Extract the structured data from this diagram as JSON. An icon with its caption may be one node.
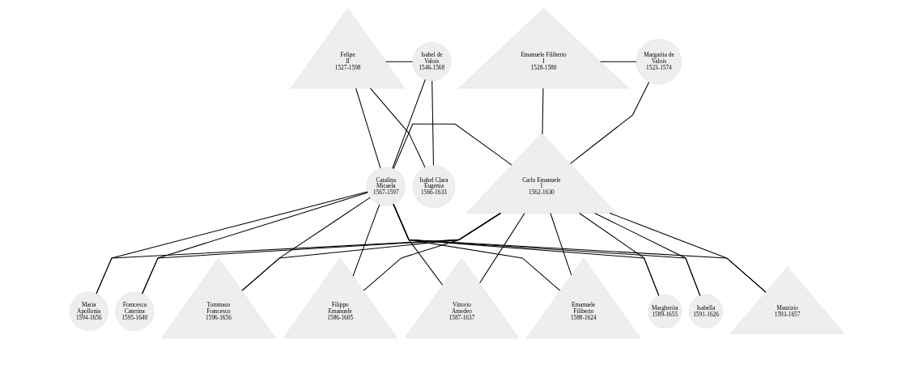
{
  "diagram": {
    "nodes": [
      {
        "text": [
          "Felipe II",
          "1527-1598"
        ]
      },
      {
        "text": [
          "Isabel de Valois",
          "1546-1568"
        ]
      },
      {
        "text": [
          "Emanuele Filiberto I",
          "1528-1580"
        ]
      },
      {
        "text": [
          "Margarita de Valois",
          "1523-1574"
        ]
      },
      {
        "text": [
          "Isabel Clara Eugenia",
          "1566-1633"
        ]
      },
      {
        "text": [
          "Catalina Micaela",
          "1567-1597"
        ]
      },
      {
        "text": [
          "Carlo Emanuele I",
          "1562-1630"
        ]
      },
      {
        "text": [
          "Filippo Emanuele",
          "1586-1605"
        ]
      },
      {
        "text": [
          "Vittorio Amedeo",
          "1587-1637"
        ]
      },
      {
        "text": [
          "Emanuele Filiberto",
          "1588-1624"
        ]
      },
      {
        "text": [
          "Margherita",
          "1589-1655"
        ]
      },
      {
        "text": [
          "Isabella",
          "1591-1626"
        ]
      },
      {
        "text": [
          "Maurizio",
          "1593-1657"
        ]
      },
      {
        "text": [
          "Maria Apollonia",
          "1594-1656"
        ]
      },
      {
        "text": [
          "Francesca Caterina",
          "1595-1640"
        ]
      },
      {
        "text": [
          "Tommaso Francesco",
          "1596-1656"
        ]
      }
    ],
    "edges": [
      {
        "from": 0,
        "to": 1,
        "arrow": "none"
      },
      {
        "from": 0,
        "to": 4,
        "arrow": "none"
      },
      {
        "from": 1,
        "to": 4,
        "arrow": "none"
      },
      {
        "from": 0,
        "to": 5,
        "arrow": "none"
      },
      {
        "from": 1,
        "to": 5,
        "arrow": "none"
      },
      {
        "from": 2,
        "to": 3,
        "arrow": "none"
      },
      {
        "from": 2,
        "to": 6,
        "arrow": "none"
      },
      {
        "from": 3,
        "to": 6,
        "arrow": "none"
      },
      {
        "from": 5,
        "to": 6,
        "arrow": "none"
      },
      {
        "from": 5,
        "to": 7,
        "arrow": "none"
      },
      {
        "from": 6,
        "to": 7,
        "arrow": "none"
      },
      {
        "from": 5,
        "to": 8,
        "arrow": "none"
      },
      {
        "from": 6,
        "to": 8,
        "arrow": "none"
      },
      {
        "from": 5,
        "to": 9,
        "arrow": "none"
      },
      {
        "from": 6,
        "to": 9,
        "arrow": "none"
      },
      {
        "from": 5,
        "to": 10,
        "arrow": "none"
      },
      {
        "from": 6,
        "to": 10,
        "arrow": "none"
      },
      {
        "from": 5,
        "to": 11,
        "arrow": "none"
      },
      {
        "from": 6,
        "to": 11,
        "arrow": "none"
      },
      {
        "from": 5,
        "to": 12,
        "arrow": "none"
      },
      {
        "from": 6,
        "to": 12,
        "arrow": "none"
      },
      {
        "from": 5,
        "to": 13,
        "arrow": "none"
      },
      {
        "from": 6,
        "to": 13,
        "arrow": "none"
      },
      {
        "from": 5,
        "to": 14,
        "arrow": "none"
      },
      {
        "from": 6,
        "to": 14,
        "arrow": "none"
      },
      {
        "from": 5,
        "to": 15,
        "arrow": "none"
      },
      {
        "from": 6,
        "to": 15,
        "arrow": "none"
      }
    ]
  }
}
